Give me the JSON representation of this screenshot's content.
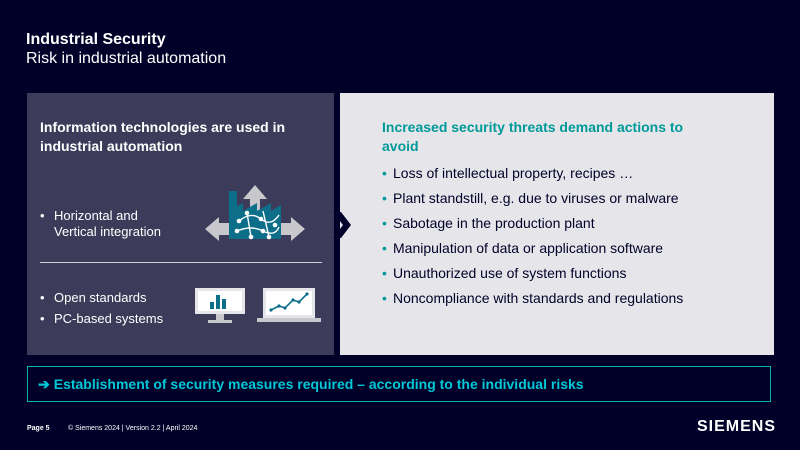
{
  "header": {
    "title": "Industrial Security",
    "subtitle": "Risk in industrial automation"
  },
  "left_panel": {
    "heading": "Information technologies are used in industrial automation",
    "integration_bullet_line1": "Horizontal and",
    "integration_bullet_line2": "Vertical integration",
    "bullet_open_standards": "Open standards",
    "bullet_pc_based": "PC-based systems"
  },
  "right_panel": {
    "heading": "Increased security threats demand actions to avoid",
    "threats": [
      "Loss of intellectual property, recipes …",
      "Plant standstill, e.g. due to viruses or malware",
      "Sabotage in the production plant",
      "Manipulation of data or application software",
      "Unauthorized use of system functions",
      "Noncompliance with standards and regulations"
    ]
  },
  "callout": {
    "arrow": "➔",
    "text": "Establishment of security measures required – according to the individual risks"
  },
  "footer": {
    "page": "Page 5",
    "copyright": "© Siemens 2024 | Version 2.2 | April 2024",
    "logo": "SIEMENS"
  },
  "colors": {
    "background": "#000028",
    "left_panel": "#3c3c5a",
    "right_panel": "#e6e6ea",
    "accent_teal": "#009999",
    "callout_text": "#00c8d7"
  }
}
